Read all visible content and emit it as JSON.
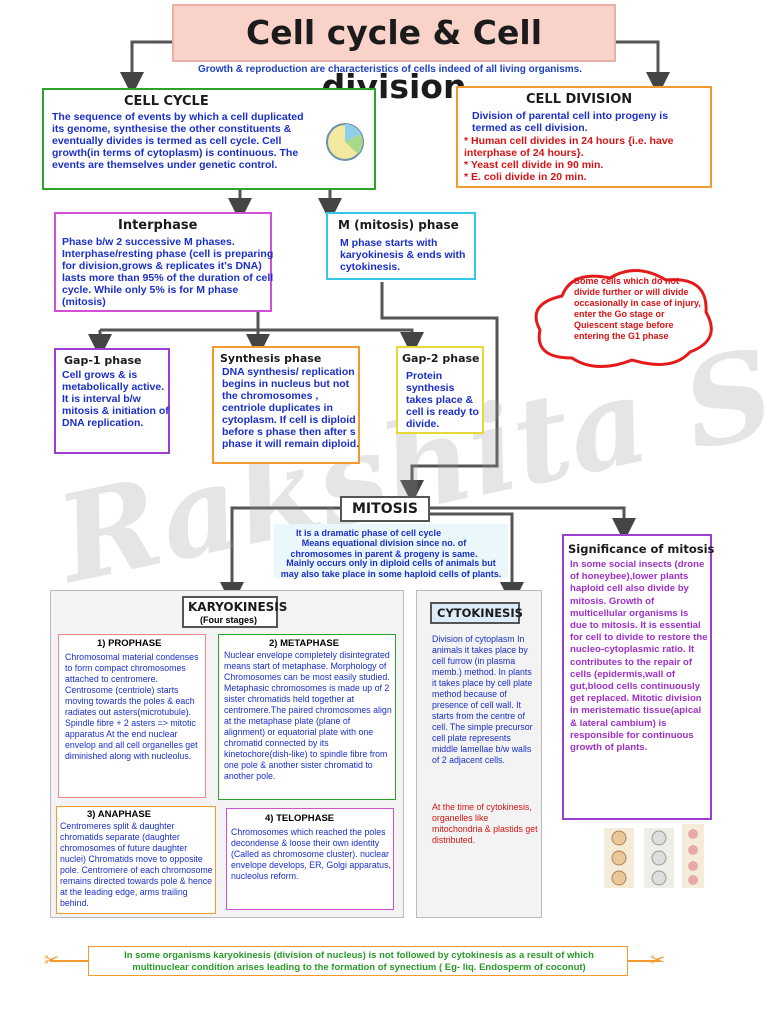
{
  "title": "Cell cycle & Cell division",
  "subtitle": "Growth & reproduction are characteristics of cells indeed of all living organisms.",
  "cell_cycle": {
    "heading": "CELL CYCLE",
    "text": "The sequence of events by which a cell duplicated its genome, synthesise the other constituents & eventually divides is termed as cell cycle. Cell growth(in terms of cytoplasm) is continuous. The events are themselves under genetic control."
  },
  "cell_division": {
    "heading": "CELL DIVISION",
    "intro": "Division of parental cell into progeny is termed as cell division.",
    "points": [
      "* Human cell divides in 24 hours {i.e. have interphase of 24 hours}.",
      "* Yeast cell divide in 90 min.",
      "* E. coli divide in 20 min."
    ]
  },
  "interphase": {
    "heading": "Interphase",
    "text": "Phase b/w 2 successive M phases. Interphase/resting phase (cell is preparing for division,grows & replicates it's DNA) lasts more than 95% of the duration of cell cycle. While only 5% is for M phase (mitosis)"
  },
  "m_phase": {
    "heading": "M (mitosis) phase",
    "text": "M phase starts with karyokinesis & ends with cytokinesis."
  },
  "cloud": "Some cells which do not divide further or will divide occasionally in case of injury, enter the Go stage or Quiescent stage before entering the G1 phase",
  "gap1": {
    "heading": "Gap-1 phase",
    "text": "Cell grows & is metabolically active. It is interval b/w mitosis & initiation of DNA replication."
  },
  "synthesis": {
    "heading": "Synthesis phase",
    "text": "DNA synthesis/ replication begins in nucleus but not the chromosomes , centriole duplicates in cytoplasm. If cell is diploid before s phase then after s phase it will remain diploid."
  },
  "gap2": {
    "heading": "Gap-2 phase",
    "text": "Protein synthesis takes place & cell is ready to divide."
  },
  "mitosis": {
    "heading": "MITOSIS",
    "lines": [
      "It is a dramatic phase of cell cycle",
      "Means equational division since no. of chromosomes in parent & progeny is same.",
      "Mainly occurs only in diploid cells of animals but may also take place in some haploid cells of plants."
    ]
  },
  "significance": {
    "heading": "Significance of mitosis",
    "text": "In some social insects (drone of honeybee),lower plants haploid cell also divide by mitosis. Growth of multicellular organisms is due to mitosis. It is essential for cell to divide to restore the nucleo-cytoplasmic ratio. It contributes to the repair of cells (epidermis,wall of gut,blood cells continuously get replaced. Mitotic division in meristematic tissue(apical & lateral cambium) is responsible for continuous growth of plants."
  },
  "karyokinesis": {
    "heading": "KARYOKINESIS",
    "sub": "(Four stages)"
  },
  "prophase": {
    "heading": "1) PROPHASE",
    "text": "Chromosomal material condenses to form compact chromosomes attached to centromere. Centrosome (centriole) starts moving towards the poles & each radiates out asters(microtubule). Spindle fibre + 2 asters => mitotic apparatus At the end nuclear envelop and all cell organelles get diminished along with nucleolus."
  },
  "metaphase": {
    "heading": "2) METAPHASE",
    "text": "Nuclear envelope completely disintegrated means start of metaphase. Morphology of Chromosomes can be most easily studied. Metaphasic chromosomes is made up of 2 sister chromatids held together at centromere.The paired chromosomes align at the metaphase plate (plane of alignment) or equatorial plate with one chromatid connected by its kinetochore(dish-like) to spindle fibre from one pole & another sister chromatid to another pole."
  },
  "anaphase": {
    "heading": "3) ANAPHASE",
    "text": "Centromeres split & daughter chromatids separate (daughter chromosomes of future daughter nuclei) Chromatids move to opposite pole. Centromere of each chromosome remains directed towards pole & hence at the leading edge, arms trailing behind."
  },
  "telophase": {
    "heading": "4) TELOPHASE",
    "text": "Chromosomes which reached the poles decondense & loose their own identity (Called as chromosome cluster). nuclear envelope develops, ER, Golgi apparatus, nucleolus reform."
  },
  "cytokinesis": {
    "heading": "CYTOKINESIS",
    "text": "Division of cytoplasm In animals it takes place by cell furrow (in plasma memb.) method. In plants it takes place by cell plate method because of presence of cell wall. It starts from the centre of cell. The simple precursor cell plate represents middle lamellae b/w walls of 2 adjacent cells.",
    "red": "At the time of cytokinesis, organelles like mitochondria & plastids get distributed."
  },
  "footer": "In some organisms karyokinesis (division of nucleus) is not followed by cytokinesis as a result of which multinuclear condition arises leading to the formation of synectium ( Eg- liq. Endosperm of coconut)",
  "watermark": "Rakshita Singh",
  "colors": {
    "green": "#2aa52a",
    "orange": "#f29a2e",
    "magenta": "#d24fd6",
    "cyan": "#35c7e6",
    "yellow": "#e8d83a",
    "purple": "#9a3fd1",
    "blue_text": "#1a2fc7",
    "red_text": "#d41414"
  }
}
